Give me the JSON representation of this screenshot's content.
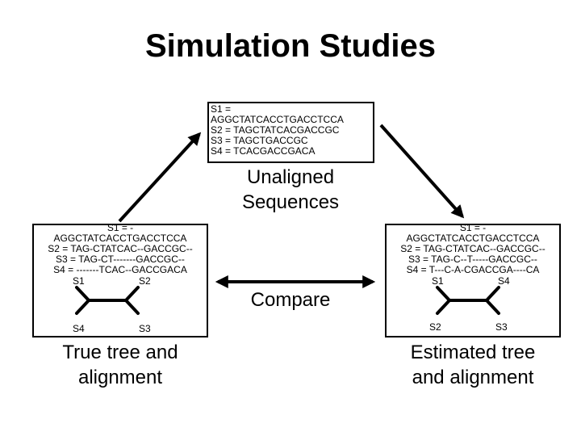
{
  "title": "Simulation Studies",
  "unaligned": {
    "lines": [
      "S1 =",
      "AGGCTATCACCTGACCTCCA",
      "S2 = TAGCTATCACGACCGC",
      "S3 = TAGCTGACCGC",
      "S4 = TCACGACCGACA"
    ],
    "caption_line1": "Unaligned",
    "caption_line2": "Sequences"
  },
  "true_alignment": {
    "lines": [
      "S1 = -",
      "AGGCTATCACCTGACCTCCA",
      "S2 = TAG-CTATCAC--GACCGC--",
      "S3 = TAG-CT-------GACCGC--",
      "S4 = -------TCAC--GACCGACA"
    ],
    "leaves": {
      "s1": "S1",
      "s2": "S2",
      "s3": "S3",
      "s4": "S4"
    },
    "caption_line1": "True tree and",
    "caption_line2": "alignment"
  },
  "estimated_alignment": {
    "lines": [
      "S1 = -",
      "AGGCTATCACCTGACCTCCA",
      "S2 = TAG-CTATCAC--GACCGC--",
      "S3 = TAG-C--T-----GACCGC--",
      "S4 = T---C-A-CGACCGA----CA"
    ],
    "leaves": {
      "s1": "S1",
      "s4": "S4",
      "s2": "S2",
      "s3": "S3"
    },
    "caption_line1": "Estimated tree",
    "caption_line2": "and alignment"
  },
  "compare_label": "Compare"
}
